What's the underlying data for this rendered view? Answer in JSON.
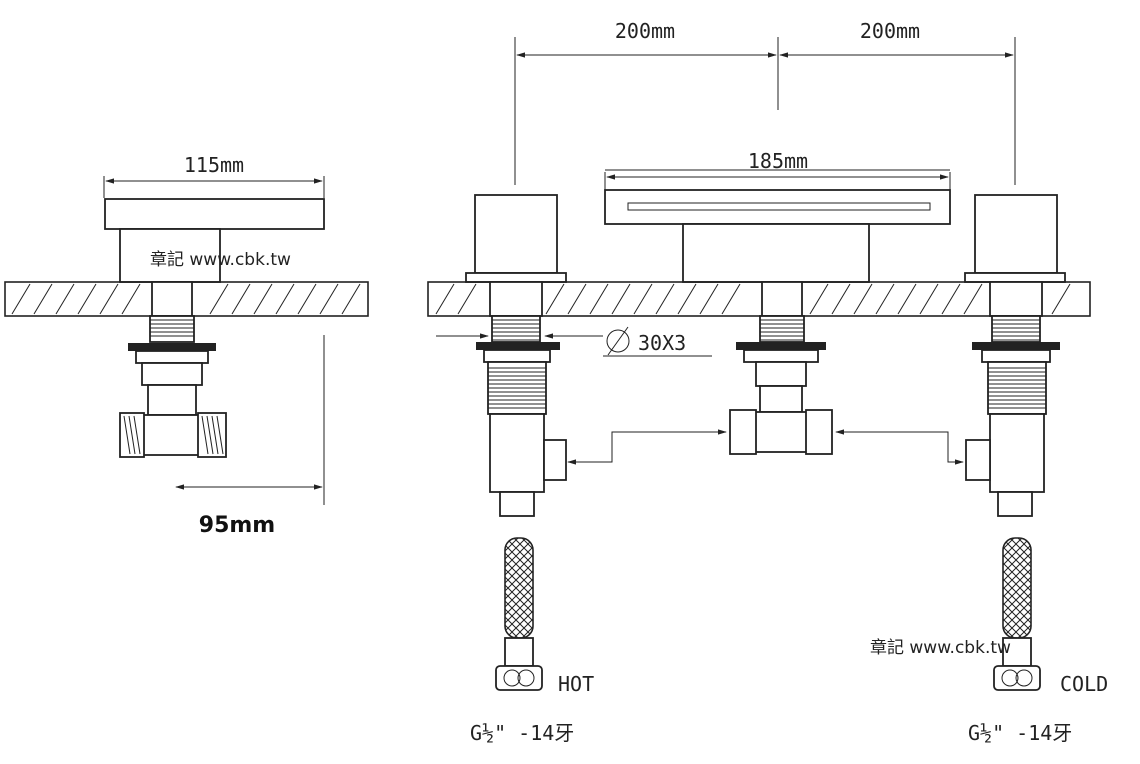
{
  "dimensions": {
    "spacing_left": "200mm",
    "spacing_right": "200mm",
    "spout_width": "185mm",
    "handle_width": "115mm",
    "reach": "95mm",
    "hole": "30X3"
  },
  "labels": {
    "hot": "HOT",
    "cold": "COLD",
    "thread_hot": "G½\" -14牙",
    "thread_cold": "G½\" -14牙"
  },
  "watermarks": {
    "left": "章記 www.cbk.tw",
    "right": "章記 www.cbk.tw"
  }
}
